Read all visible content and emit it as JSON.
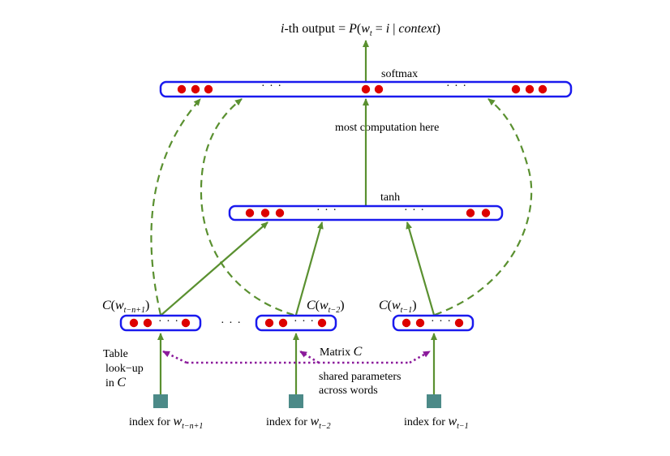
{
  "diagram": {
    "title": "Neural probabilistic language model architecture",
    "output_label": {
      "prefix_italic": "i",
      "prefix": "-th output = ",
      "P": "P",
      "open": "(",
      "w": "w",
      "w_sub": "t",
      "eq": " = ",
      "i": "i",
      "bar": " | ",
      "context": "context",
      "close": ")"
    },
    "layers": {
      "softmax": {
        "label": "softmax",
        "annotation": "most  computation here",
        "groups": [
          3,
          2,
          3
        ],
        "ellipsis": "· · ·"
      },
      "tanh": {
        "label": "tanh",
        "groups": [
          3,
          2
        ],
        "ellipsis": "· · ·"
      }
    },
    "embeddings": [
      {
        "label_C": "C",
        "open": "(",
        "w": "w",
        "sub": "t−n+1",
        "close": ")",
        "input_label": "index for ",
        "input_w": "w",
        "input_sub": "t−n+1"
      },
      {
        "label_C": "C",
        "open": "(",
        "w": "w",
        "sub": "t−2",
        "close": ")",
        "input_label": "index for ",
        "input_w": "w",
        "input_sub": "t−2"
      },
      {
        "label_C": "C",
        "open": "(",
        "w": "w",
        "sub": "t−1",
        "close": ")",
        "input_label": "index for ",
        "input_w": "w",
        "input_sub": "t−1"
      }
    ],
    "between_embeddings_ellipsis": "· · ·",
    "embedding_ellipsis": "· · ·",
    "table_lookup": {
      "line1": "Table",
      "line2": "look−up",
      "line3_prefix": "in ",
      "line3_C": "C"
    },
    "matrix_label": {
      "prefix": "Matrix ",
      "C": "C"
    },
    "shared_params": {
      "line1": "shared parameters",
      "line2": "across words"
    },
    "colors": {
      "layer_border": "#1a1aee",
      "neuron": "#dd0000",
      "arrow": "#5a9030",
      "shared_link": "#8b1a9b",
      "input_node": "#4c8a88"
    }
  }
}
